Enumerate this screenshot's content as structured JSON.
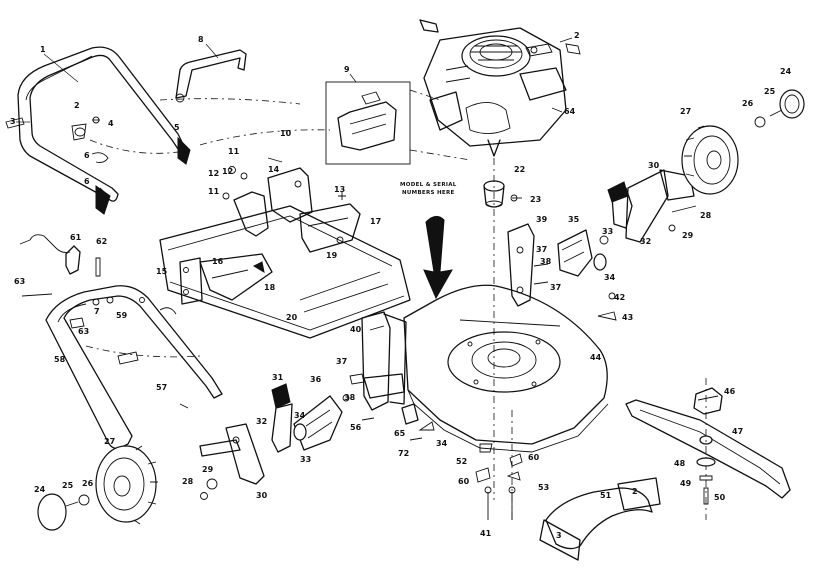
{
  "diagram": {
    "note_line1": "MODEL & SERIAL",
    "note_line2": "NUMBERS HERE",
    "callouts": [
      "1",
      "2",
      "3",
      "4",
      "5",
      "6",
      "7",
      "8",
      "9",
      "10",
      "11",
      "12",
      "13",
      "14",
      "15",
      "16",
      "17",
      "18",
      "19",
      "20",
      "22",
      "23",
      "24",
      "25",
      "26",
      "27",
      "28",
      "29",
      "30",
      "31",
      "32",
      "33",
      "34",
      "35",
      "36",
      "37",
      "38",
      "39",
      "40",
      "41",
      "42",
      "43",
      "44",
      "46",
      "47",
      "48",
      "49",
      "50",
      "51",
      "52",
      "53",
      "56",
      "57",
      "58",
      "59",
      "60",
      "61",
      "62",
      "63",
      "64",
      "65",
      "72"
    ],
    "parts": [
      "upper-handle",
      "lower-handle",
      "engine",
      "deck",
      "rear-door",
      "grass-deflector",
      "wheel-left",
      "wheel-right",
      "blade",
      "blade-adapter",
      "height-adjuster",
      "throttle-cable",
      "hubcap"
    ]
  }
}
